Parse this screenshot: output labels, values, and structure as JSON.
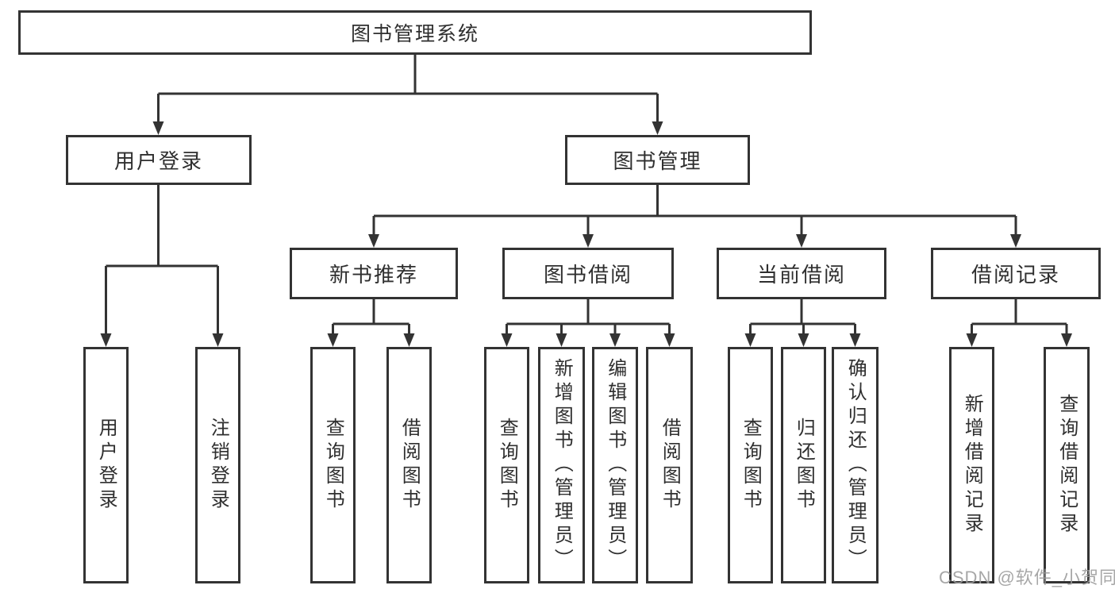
{
  "nodes": {
    "root": {
      "label": "图书管理系统"
    },
    "user_login": {
      "label": "用户登录"
    },
    "book_management": {
      "label": "图书管理"
    },
    "new_book_recommendation": {
      "label": "新书推荐"
    },
    "book_borrowing": {
      "label": "图书借阅"
    },
    "current_borrowing": {
      "label": "当前借阅"
    },
    "borrowing_records": {
      "label": "借阅记录"
    },
    "user_login_leaf": {
      "label": "用户登录"
    },
    "logout_leaf": {
      "label": "注销登录"
    },
    "query_books_recommend": {
      "label": "查询图书"
    },
    "borrow_books_recommend": {
      "label": "借阅图书"
    },
    "query_books_borrowing": {
      "label": "查询图书"
    },
    "add_books_admin": {
      "label": "新增图书（管理员）"
    },
    "edit_books_admin": {
      "label": "编辑图书（管理员）"
    },
    "borrow_books_borrowing": {
      "label": "借阅图书"
    },
    "query_books_current": {
      "label": "查询图书"
    },
    "return_books": {
      "label": "归还图书"
    },
    "confirm_return_admin": {
      "label": "确认归还（管理员）"
    },
    "add_borrowing_record": {
      "label": "新增借阅记录"
    },
    "query_borrowing_record": {
      "label": "查询借阅记录"
    }
  },
  "watermark": {
    "text": "CSDN @软件_小贺同学"
  },
  "colors": {
    "line": "#333333",
    "text": "#2f2f2f",
    "background": "#ffffff",
    "watermark": "#9b9b9b"
  }
}
